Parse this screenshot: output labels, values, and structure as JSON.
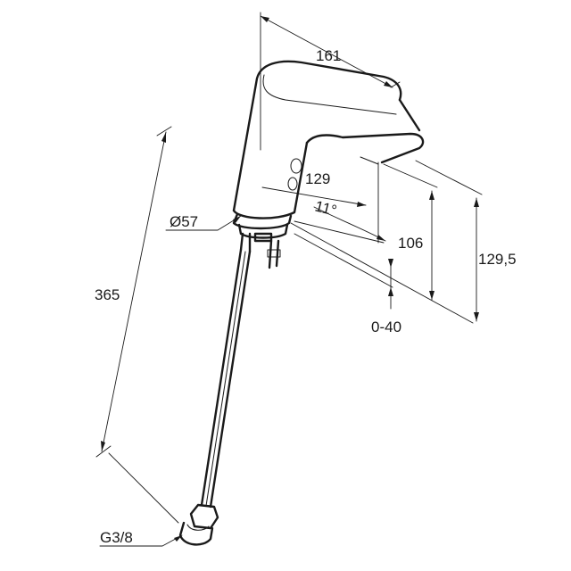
{
  "diagram": {
    "labels": {
      "width_top": "161",
      "spout_reach": "129",
      "angle": "11°",
      "base_diameter": "Ø57",
      "height_outlet": "106",
      "height_total": "129,5",
      "hose_length": "365",
      "deck_thickness": "0-40",
      "connection": "G3/8"
    }
  }
}
